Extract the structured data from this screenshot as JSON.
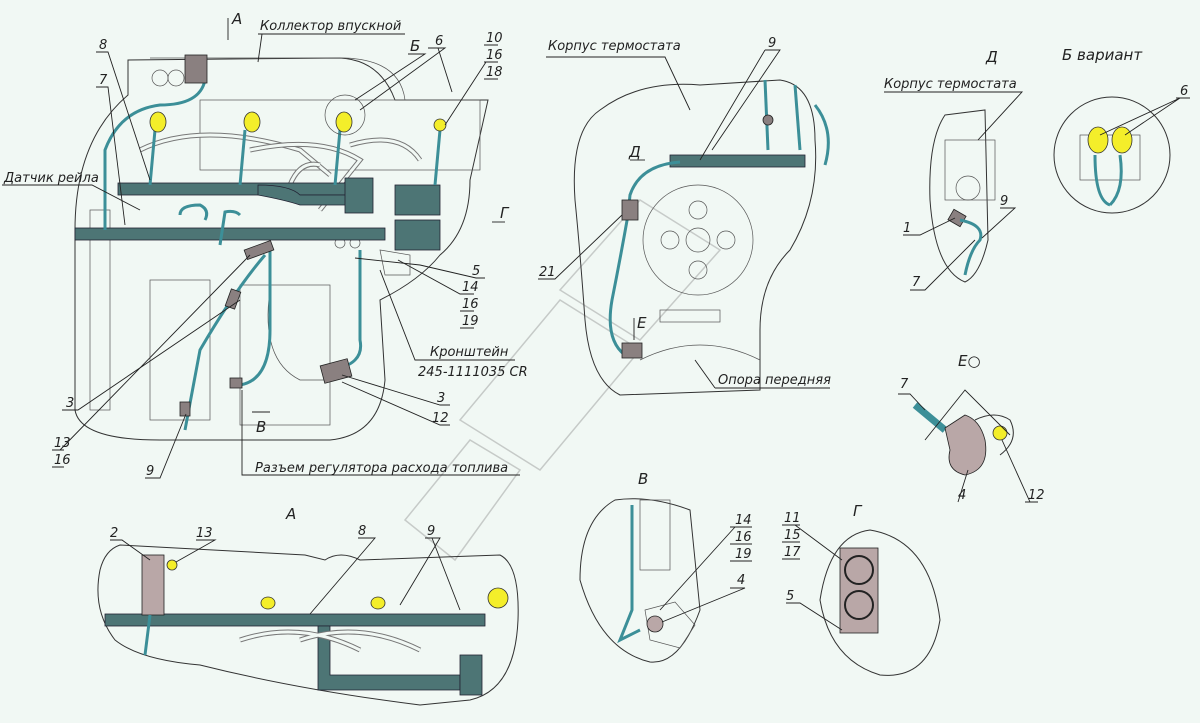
{
  "colors": {
    "background": "#f1f8f4",
    "wire": "#3c8f98",
    "rail": "#4d7575",
    "injector_cap": "#f4ee2a",
    "sensor": "#b9a7a7"
  },
  "main_view": {
    "view_arrow_a": "А",
    "intake_manifold": "Коллектор впускной",
    "callout_b": "Б",
    "pos_6": "6",
    "pos_10_16_18": [
      "10",
      "16",
      "18"
    ],
    "pos_8": "8",
    "pos_7": "7",
    "rail_sensor": "Датчик рейла",
    "view_arrow_g": "Г",
    "pos_5": "5",
    "pos_14_16_19": [
      "14",
      "16",
      "19"
    ],
    "bracket": "Кронштейн",
    "bracket_code": "245-1111035 CR",
    "pos_3_right": "3",
    "pos_12": "12",
    "pos_3_left": "3",
    "pos_13_16": [
      "13",
      "16"
    ],
    "pos_9": "9",
    "view_arrow_v": "В",
    "fuel_regulator_connector": "Разъем регулятора расхода топлива"
  },
  "front_view": {
    "thermostat_housing": "Корпус термостата",
    "pos_9": "9",
    "view_arrow_d": "Д",
    "pos_21": "21",
    "view_arrow_e": "Е",
    "front_support": "Опора передняя"
  },
  "view_d": {
    "title": "Д",
    "thermostat_housing": "Корпус термостата",
    "pos_1": "1",
    "pos_9": "9",
    "pos_7": "7"
  },
  "view_b_variant": {
    "title": "Б вариант",
    "pos_6": "6"
  },
  "view_e": {
    "title": "Е○",
    "pos_7": "7",
    "pos_4": "4",
    "pos_12": "12"
  },
  "view_a": {
    "title": "А",
    "pos_2": "2",
    "pos_13": "13",
    "pos_8": "8",
    "pos_9": "9"
  },
  "view_v": {
    "title": "В",
    "pos_14_16_19": [
      "14",
      "16",
      "19"
    ],
    "pos_4": "4"
  },
  "view_g": {
    "title": "Г",
    "pos_11_15_17": [
      "11",
      "15",
      "17"
    ],
    "pos_5": "5"
  }
}
